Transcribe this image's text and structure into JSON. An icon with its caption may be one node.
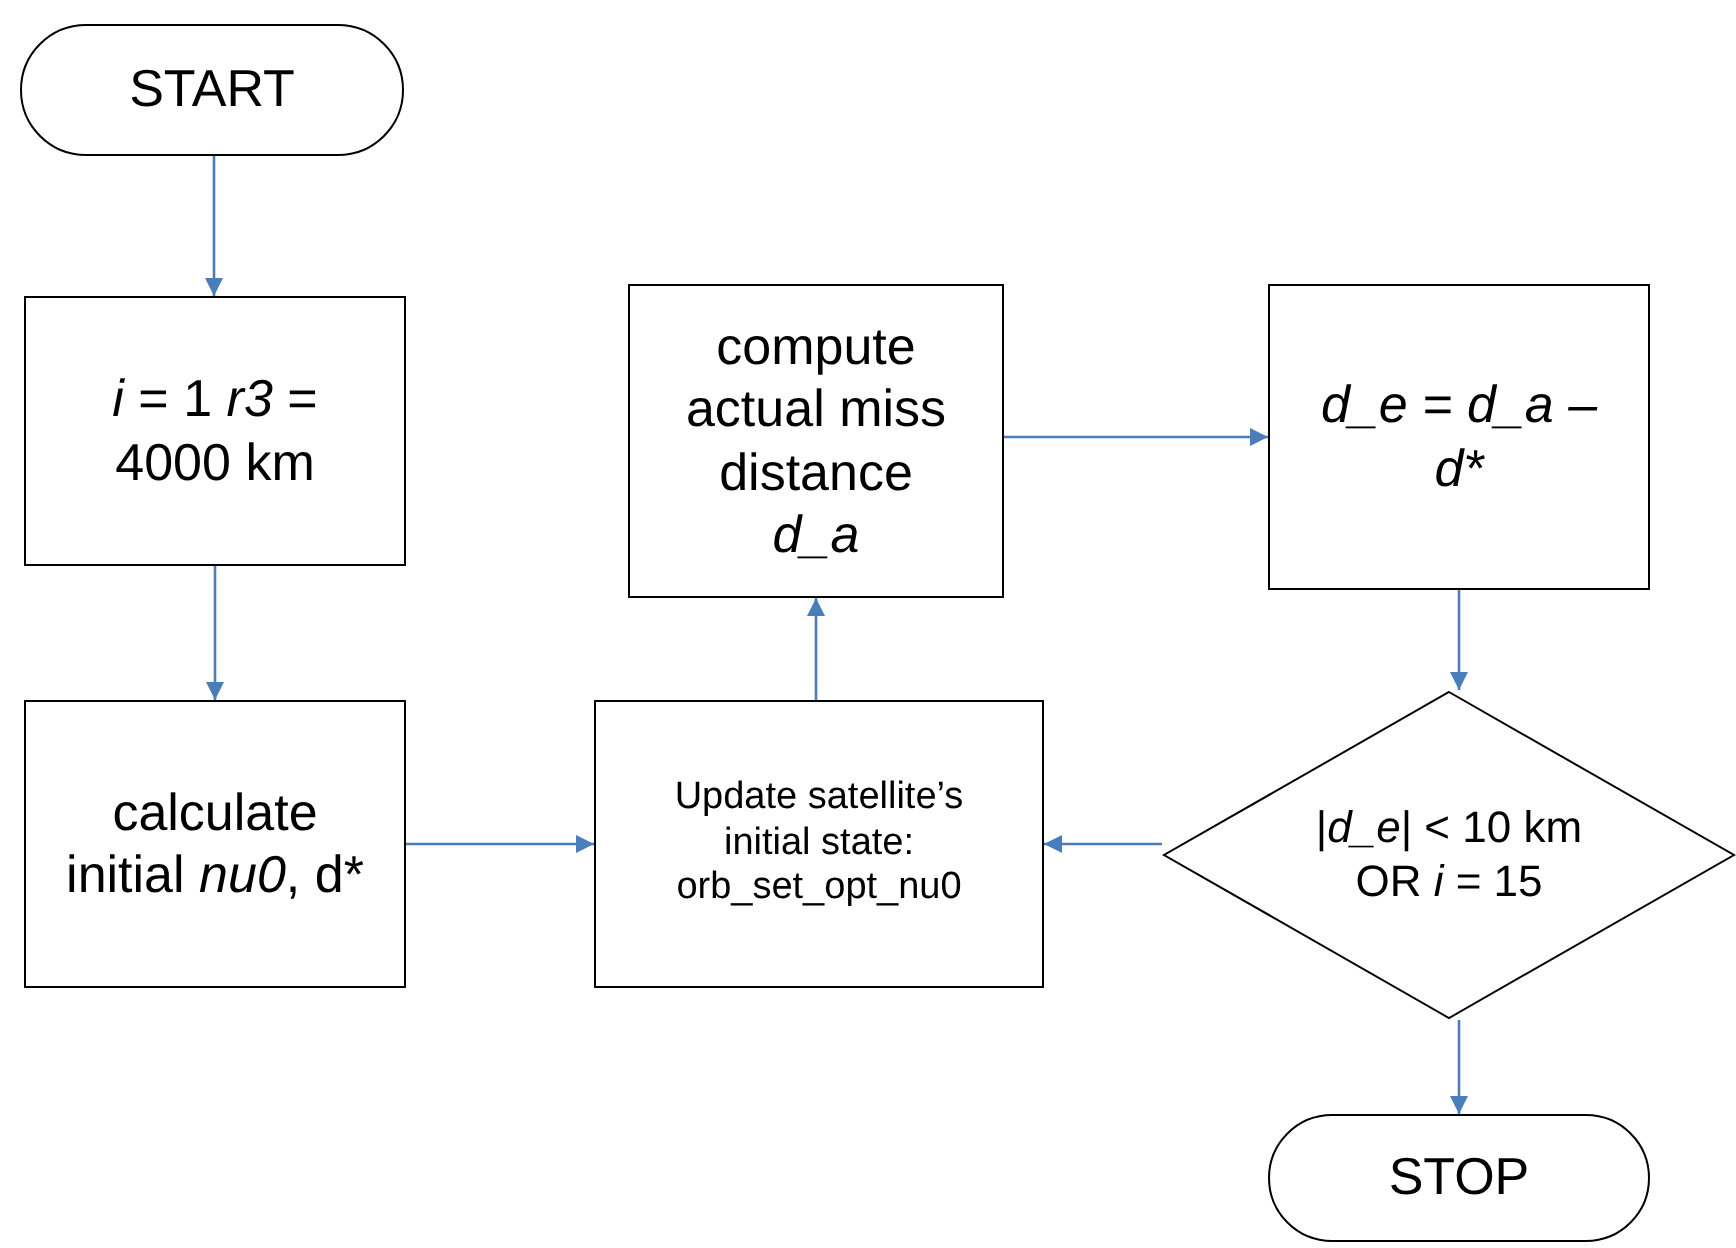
{
  "diagram": {
    "nodes": [
      {
        "text": [
          "START"
        ]
      },
      {
        "text": [
          "*i* = 1 *r3* = 4000 km"
        ]
      },
      {
        "text": [
          "calculate initial *nu0*, d*"
        ]
      },
      {
        "text": [
          "Update satellite’s initial state: orb_set_opt_nu0"
        ]
      },
      {
        "text": [
          "compute actual miss distance",
          "d_a"
        ]
      },
      {
        "text": [
          "d_e = d_a – d*"
        ]
      },
      {
        "text": [
          "|*d_e*| < 10 km OR *i* = 15"
        ]
      },
      {
        "text": [
          "STOP"
        ]
      }
    ],
    "edges": [
      {
        "from": 0,
        "to": 1,
        "arrow": "to"
      },
      {
        "from": 1,
        "to": 2,
        "arrow": "to"
      },
      {
        "from": 2,
        "to": 3,
        "arrow": "to"
      },
      {
        "from": 3,
        "to": 4,
        "arrow": "to"
      },
      {
        "from": 4,
        "to": 5,
        "arrow": "to"
      },
      {
        "from": 5,
        "to": 6,
        "arrow": "to"
      },
      {
        "from": 6,
        "to": 3,
        "arrow": "to"
      },
      {
        "from": 6,
        "to": 7,
        "arrow": "to"
      }
    ]
  }
}
